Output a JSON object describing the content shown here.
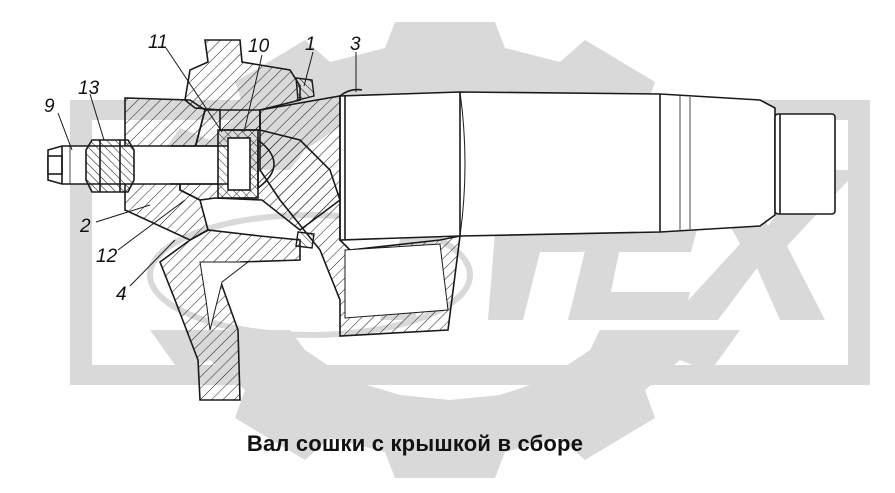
{
  "watermark": {
    "brand_text": "TPEX",
    "color": "#d9d9d9",
    "icon": "gear-watermark-icon"
  },
  "callouts": [
    {
      "id": "1",
      "label": "1"
    },
    {
      "id": "2",
      "label": "2"
    },
    {
      "id": "3",
      "label": "3"
    },
    {
      "id": "4",
      "label": "4"
    },
    {
      "id": "9",
      "label": "9"
    },
    {
      "id": "10",
      "label": "10"
    },
    {
      "id": "11",
      "label": "11"
    },
    {
      "id": "12",
      "label": "12"
    },
    {
      "id": "13",
      "label": "13"
    }
  ],
  "caption": "Вал сошки с крышкой в сборе",
  "colors": {
    "line": "#1a1a1a",
    "background": "#ffffff",
    "watermark": "#d9d9d9"
  }
}
